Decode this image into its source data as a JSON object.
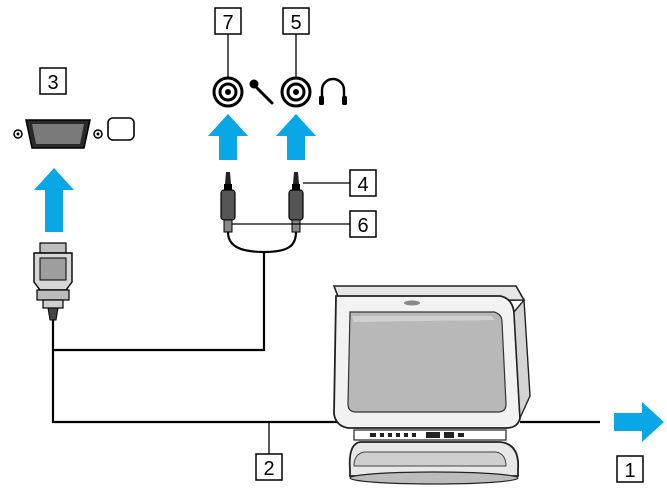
{
  "callouts": {
    "c1": "1",
    "c2": "2",
    "c3": "3",
    "c4": "4",
    "c5": "5",
    "c6": "6",
    "c7": "7"
  },
  "icons": {
    "monitor_port": "monitor-icon",
    "mic": "microphone-icon",
    "headphones": "headphones-icon",
    "output": "arrow-right-icon"
  },
  "colors": {
    "arrow": "#0aa7e6",
    "line": "#000000",
    "device": "#777777",
    "background": "#ffffff"
  }
}
